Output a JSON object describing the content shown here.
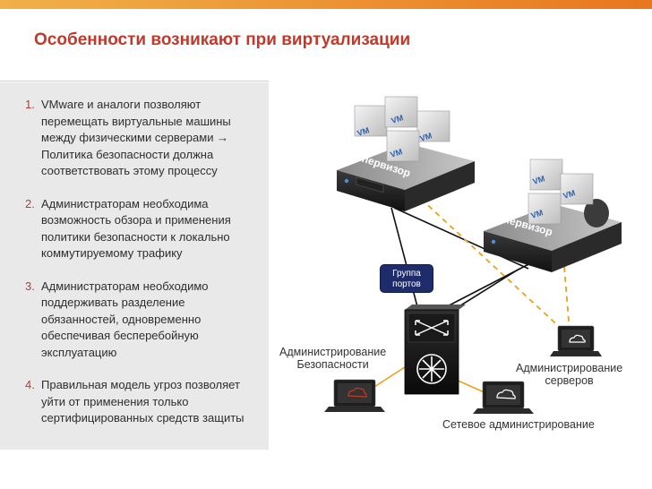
{
  "title": "Особенности возникают при виртуализации",
  "list": [
    {
      "num": "1.",
      "text": "VMware и аналоги позволяют\nперемещать виртуальные машины\nмежду физическими серверами →\nПолитика безопасности должна\nсоответствовать этому процессу"
    },
    {
      "num": "2.",
      "text": "Администраторам необходима\nвозможность обзора и применения\nполитики безопасности к локально\nкоммутируемому трафику"
    },
    {
      "num": "3.",
      "text": "Администраторам необходимо\nподдерживать разделение\nобязанностей, одновременно\nобеспечивая бесперебойную\nэксплуатацию"
    },
    {
      "num": "4.",
      "text": "Правильная модель угроз позволяет\nуйти от применения только\nсертифицированных средств защиты"
    }
  ],
  "diagram": {
    "vm_label": "VM",
    "hypervisor_label": "Гипервизор",
    "port_group": "Группа\nпортов",
    "security_admin": "Администрирование\nБезопасности",
    "server_admin": "Администрирование\nсерверов",
    "network_admin": "Сетевое администрирование"
  },
  "colors": {
    "title": "#c0392b",
    "dashed_link": "#e8a21a",
    "solid_link": "#111111",
    "admin_link": "#e8a21a",
    "port_badge": "#1e2c6b"
  }
}
